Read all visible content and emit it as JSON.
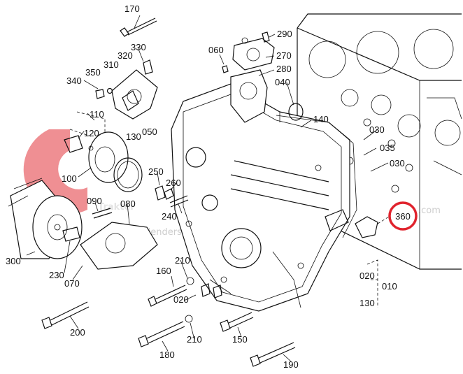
{
  "watermark": {
    "brand": "Trakter",
    "domain": ".com",
    "tagline": "Partalenders"
  },
  "highlight_color": "#e0232d",
  "highlighted_part": "360",
  "parts": {
    "p170": "170",
    "p290": "290",
    "p330": "330",
    "p320": "320",
    "p310": "310",
    "p060": "060",
    "p270": "270",
    "p350": "350",
    "p340": "340",
    "p280": "280",
    "p040": "040",
    "p110": "110",
    "p140": "140",
    "p120": "120",
    "p130a": "130",
    "p050": "050",
    "p030a": "030",
    "p035": "035",
    "p030b": "030",
    "p100": "100",
    "p250": "250",
    "p260": "260",
    "p090": "090",
    "p080": "080",
    "p240": "240",
    "p360": "360",
    "p300": "300",
    "p230": "230",
    "p070": "070",
    "p160": "160",
    "p210a": "210",
    "p020a": "020",
    "p020b": "020",
    "p010": "010",
    "p130b": "130",
    "p200": "200",
    "p210b": "210",
    "p150": "150",
    "p180": "180",
    "p190": "190"
  }
}
